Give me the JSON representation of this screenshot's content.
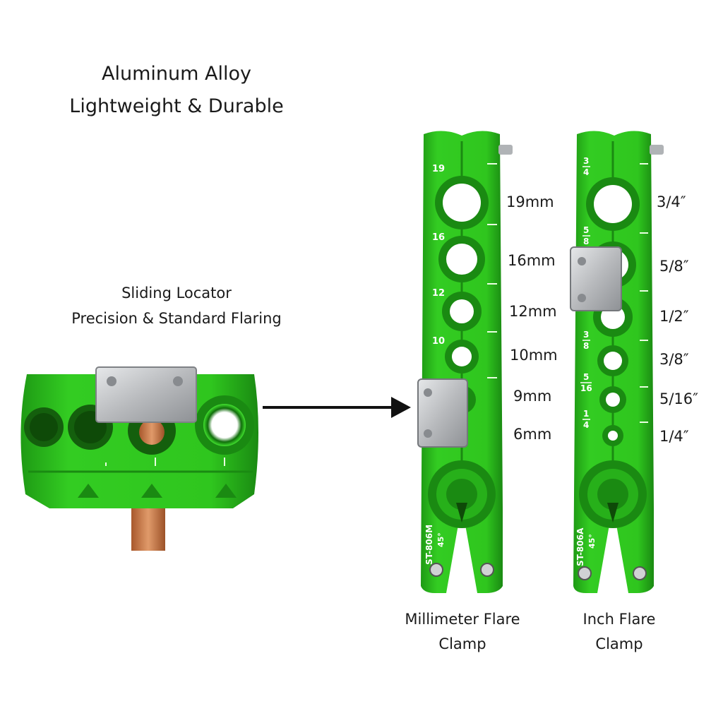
{
  "headline": {
    "line1": "Aluminum Alloy",
    "line2": "Lightweight &  Durable"
  },
  "locator": {
    "line1": "Sliding Locator",
    "line2": "Precision & Standard Flaring"
  },
  "mm_clamp": {
    "model": "ST-806M",
    "angle": "45°",
    "engraved": [
      "19",
      "16",
      "12",
      "10"
    ],
    "sizes": [
      "19mm",
      "16mm",
      "12mm",
      "10mm",
      "9mm",
      "6mm"
    ],
    "caption_line1": "Millimeter Flare",
    "caption_line2": "Clamp"
  },
  "inch_clamp": {
    "model": "ST-806A",
    "angle": "45°",
    "engraved_fractions": [
      {
        "num": "3",
        "den": "4"
      },
      {
        "num": "5",
        "den": "8"
      },
      {
        "num": "3",
        "den": "8"
      },
      {
        "num": "5",
        "den": "16"
      },
      {
        "num": "1",
        "den": "4"
      }
    ],
    "sizes": [
      "3/4″",
      "5/8″",
      "1/2″",
      "3/8″",
      "5/16″",
      "1/4″"
    ],
    "caption_line1": "Inch Flare",
    "caption_line2": "Clamp"
  },
  "colors": {
    "tool_green": "#2fc61e",
    "tool_dark_green": "#1a8a12",
    "steel": "#c4c6c8",
    "copper": "#c87a4a"
  }
}
